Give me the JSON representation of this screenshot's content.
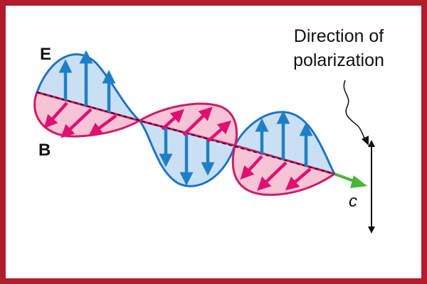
{
  "labels": {
    "e_field": "E",
    "b_field": "B",
    "speed": "c",
    "polarization_line1": "Direction of",
    "polarization_line2": "polarization"
  },
  "colors": {
    "frame": "#b11d2c",
    "e_fill": "#c9e0f4",
    "e_outline": "#1e73c8",
    "e_arrow": "#1f7fc6",
    "b_fill": "#f7c3d6",
    "b_outline": "#cf1b66",
    "b_arrow": "#e0106f",
    "propagation_arrow": "#47b63a",
    "axis_line": "#111111"
  },
  "icons": {
    "polarization_double_arrow": "double-headed-vertical-arrow",
    "propagation_arrow": "right-arrow"
  }
}
